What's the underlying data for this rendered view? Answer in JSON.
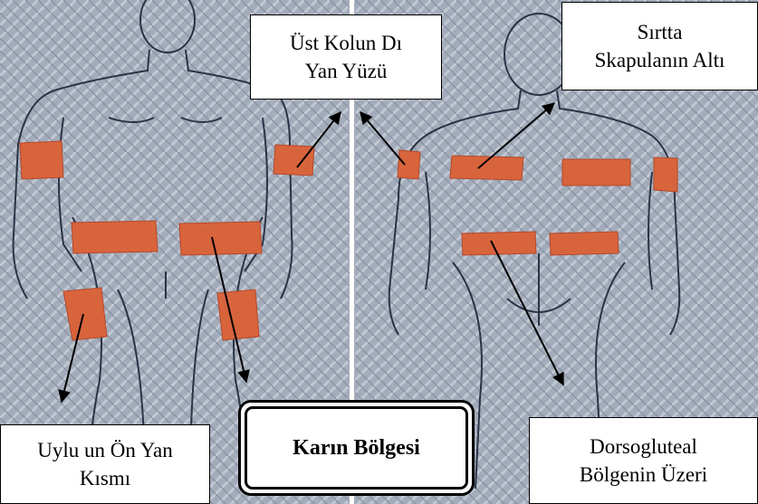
{
  "labels": {
    "upper_arm": {
      "line1": "Üst Kolun Dı",
      "line2": "Yan Yüzü"
    },
    "back": {
      "line1": "Sırtta",
      "line2": "Skapulanın Altı"
    },
    "thigh": {
      "line1": "Uylu  un Ön Yan",
      "line2": "Kısmı"
    },
    "abdomen": "Karın Bölgesi",
    "dorsogluteal": {
      "line1": "Dorsogluteal",
      "line2": "Bölgenin Üzeri"
    }
  },
  "colors": {
    "background": "#9aa4b4",
    "injection_site": "#d8643c",
    "outline": "#2a3346",
    "divider": "#ffffff"
  }
}
